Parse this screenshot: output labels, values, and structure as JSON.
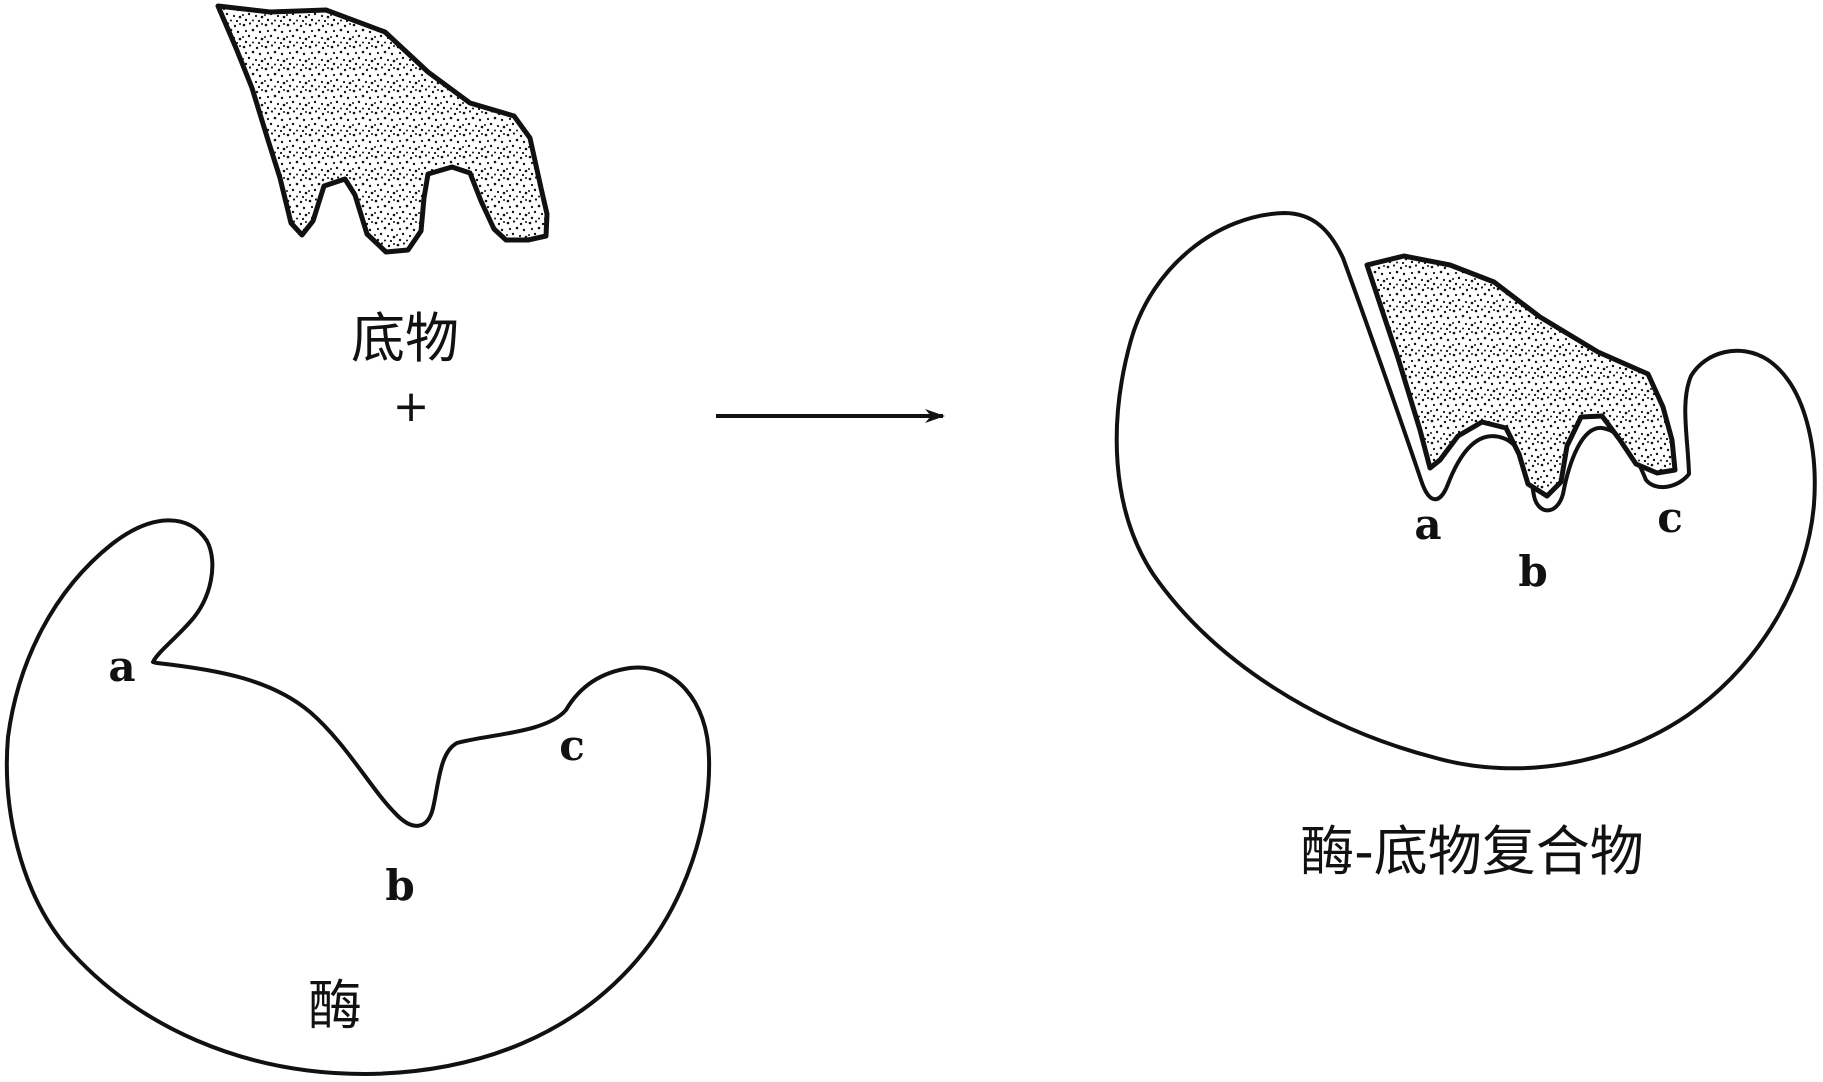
{
  "labels": {
    "substrate": "底物",
    "plus": "+",
    "enzyme": "酶",
    "complex": "酶-底物复合物"
  },
  "binding_sites": {
    "free_enzyme": [
      "a",
      "b",
      "c"
    ],
    "complex": [
      "a",
      "b",
      "c"
    ]
  },
  "colors": {
    "ink": "#111111",
    "background": "#ffffff"
  },
  "icons": {
    "reaction_arrow": "right-arrow-icon"
  }
}
